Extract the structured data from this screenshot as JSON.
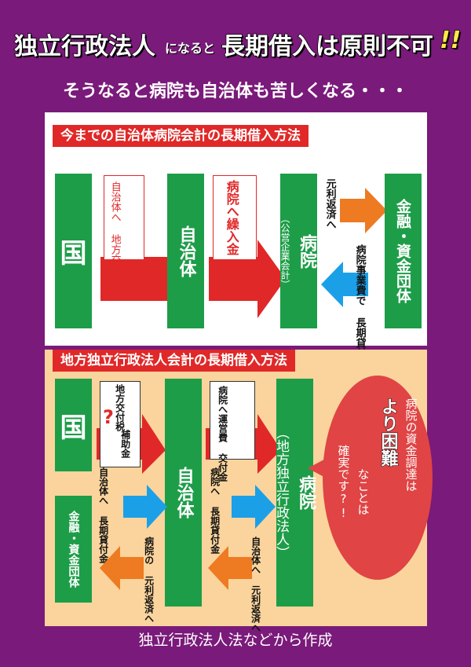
{
  "header": {
    "title_part1": "独立行政法人",
    "title_part2": "になると",
    "title_part3": "長期借入は原則不可",
    "title_mark": "!!",
    "subtitle": "そうなると病院も自治体も苦しくなる・・・"
  },
  "section1": {
    "heading": "今までの自治体病院会計の長期借入方法",
    "box_kuni": "国",
    "box_jichitai": "自治体",
    "box_byoin": "病院",
    "box_byoin_sub": "（公営企業会計）",
    "box_kinyu": "金融・資金団体",
    "label_kofuzei": "自治体へ 地方交付税",
    "label_kuriire": "病院へ繰入金",
    "label_henzai": "元利返済へ",
    "label_kashitsuke": "病院事業費で 長期貸付金"
  },
  "section2": {
    "heading": "地方独立行政法人会計の長期借入方法",
    "box_kuni": "国",
    "box_jichitai": "自治体",
    "box_byoin": "病院",
    "box_byoin_sub": "（地方独立行政法人）",
    "box_kinyu": "金融・資金団体",
    "label_kofuzei": "地方交付税",
    "label_hojokin": "補助金",
    "label_question": "?",
    "label_uneihi": "病院へ運営費 交付金",
    "label_jichitai_kashitsuke": "自治体へ 長期貸付金",
    "label_byoin_kashitsuke": "病院へ 長期貸付金",
    "label_byoin_henzai": "病院の 元利返済へ",
    "label_jichitai_henzai": "自治体へ 元利返済へ"
  },
  "bubble": {
    "line1": "病院の資金調達は",
    "emphasis": "より困難",
    "line3": "なことは",
    "line4": "確実です?!"
  },
  "footer": {
    "text": "独立行政法人法などから作成"
  },
  "colors": {
    "purple": "#7a1a7a",
    "green": "#1d9d48",
    "red": "#e02828",
    "orange": "#ee7a22",
    "blue": "#1ba0e8",
    "peach": "#fad49c"
  }
}
